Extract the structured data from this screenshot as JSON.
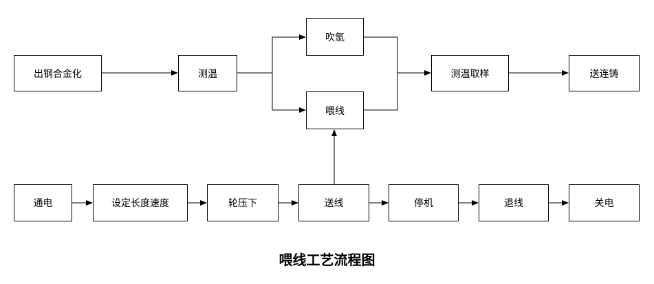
{
  "nodes": {
    "alloying": "出钢合金化",
    "temp1": "测温",
    "argon": "吹氩",
    "wire_top": "喂线",
    "temp_sample": "测温取样",
    "to_caster": "送连铸",
    "power_on": "通电",
    "set_len_speed": "设定长度速度",
    "press_down": "轮压下",
    "feed_wire": "送线",
    "stop": "停机",
    "retract": "退线",
    "power_off": "关电"
  },
  "caption": "喂线工艺流程图",
  "colors": {
    "line": "#000000",
    "box_border": "#000000",
    "background": "#ffffff"
  }
}
